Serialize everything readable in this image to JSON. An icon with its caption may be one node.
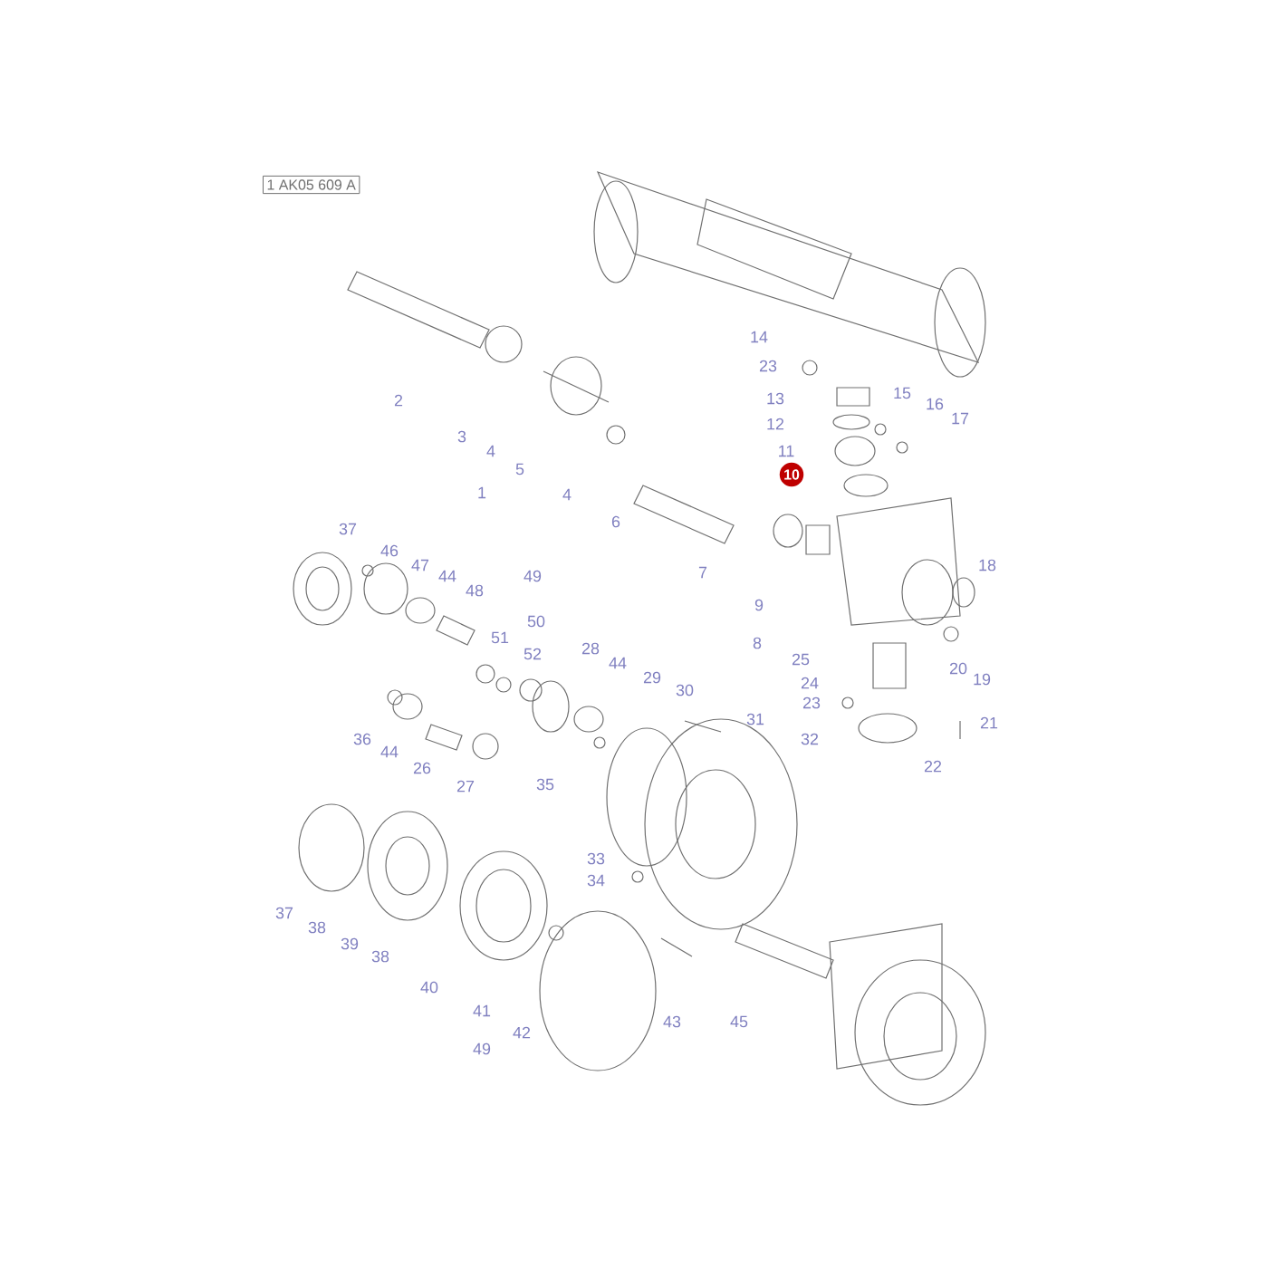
{
  "diagram": {
    "nodes": [
      {
        "text": [
          "1 AK05 609 A"
        ]
      }
    ],
    "labels": [
      "14",
      "23",
      "13",
      "15",
      "16",
      "12",
      "17",
      "2",
      "11",
      "3",
      "4",
      "10",
      "5",
      "1",
      "4",
      "6",
      "37",
      "46",
      "47",
      "44",
      "49",
      "7",
      "48",
      "18",
      "9",
      "50",
      "51",
      "52",
      "28",
      "8",
      "44",
      "25",
      "29",
      "30",
      "24",
      "20",
      "19",
      "23",
      "31",
      "21",
      "36",
      "44",
      "32",
      "26",
      "27",
      "35",
      "22",
      "33",
      "34",
      "37",
      "38",
      "39",
      "38",
      "40",
      "41",
      "45",
      "42",
      "43",
      "49"
    ]
  }
}
